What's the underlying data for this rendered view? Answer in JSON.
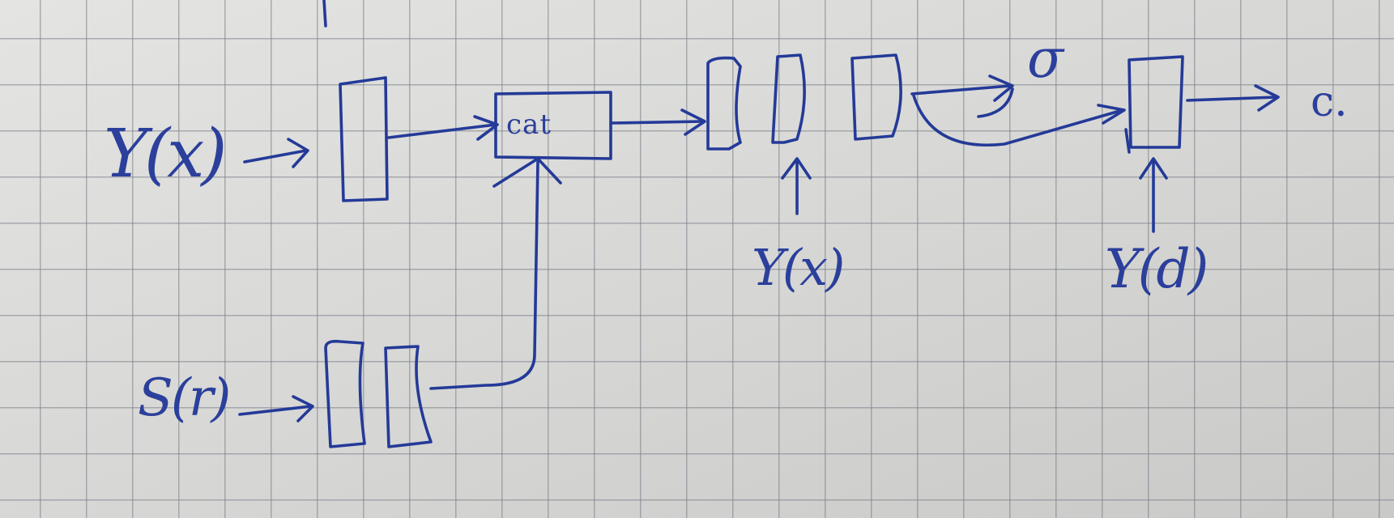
{
  "diagram": {
    "labels": {
      "input_y": "Y(x)",
      "input_s": "S(r)",
      "cat": "cat",
      "mid_y": "Y(x)",
      "sigma": "σ",
      "right_y": "Y(d)",
      "output": "c."
    }
  }
}
